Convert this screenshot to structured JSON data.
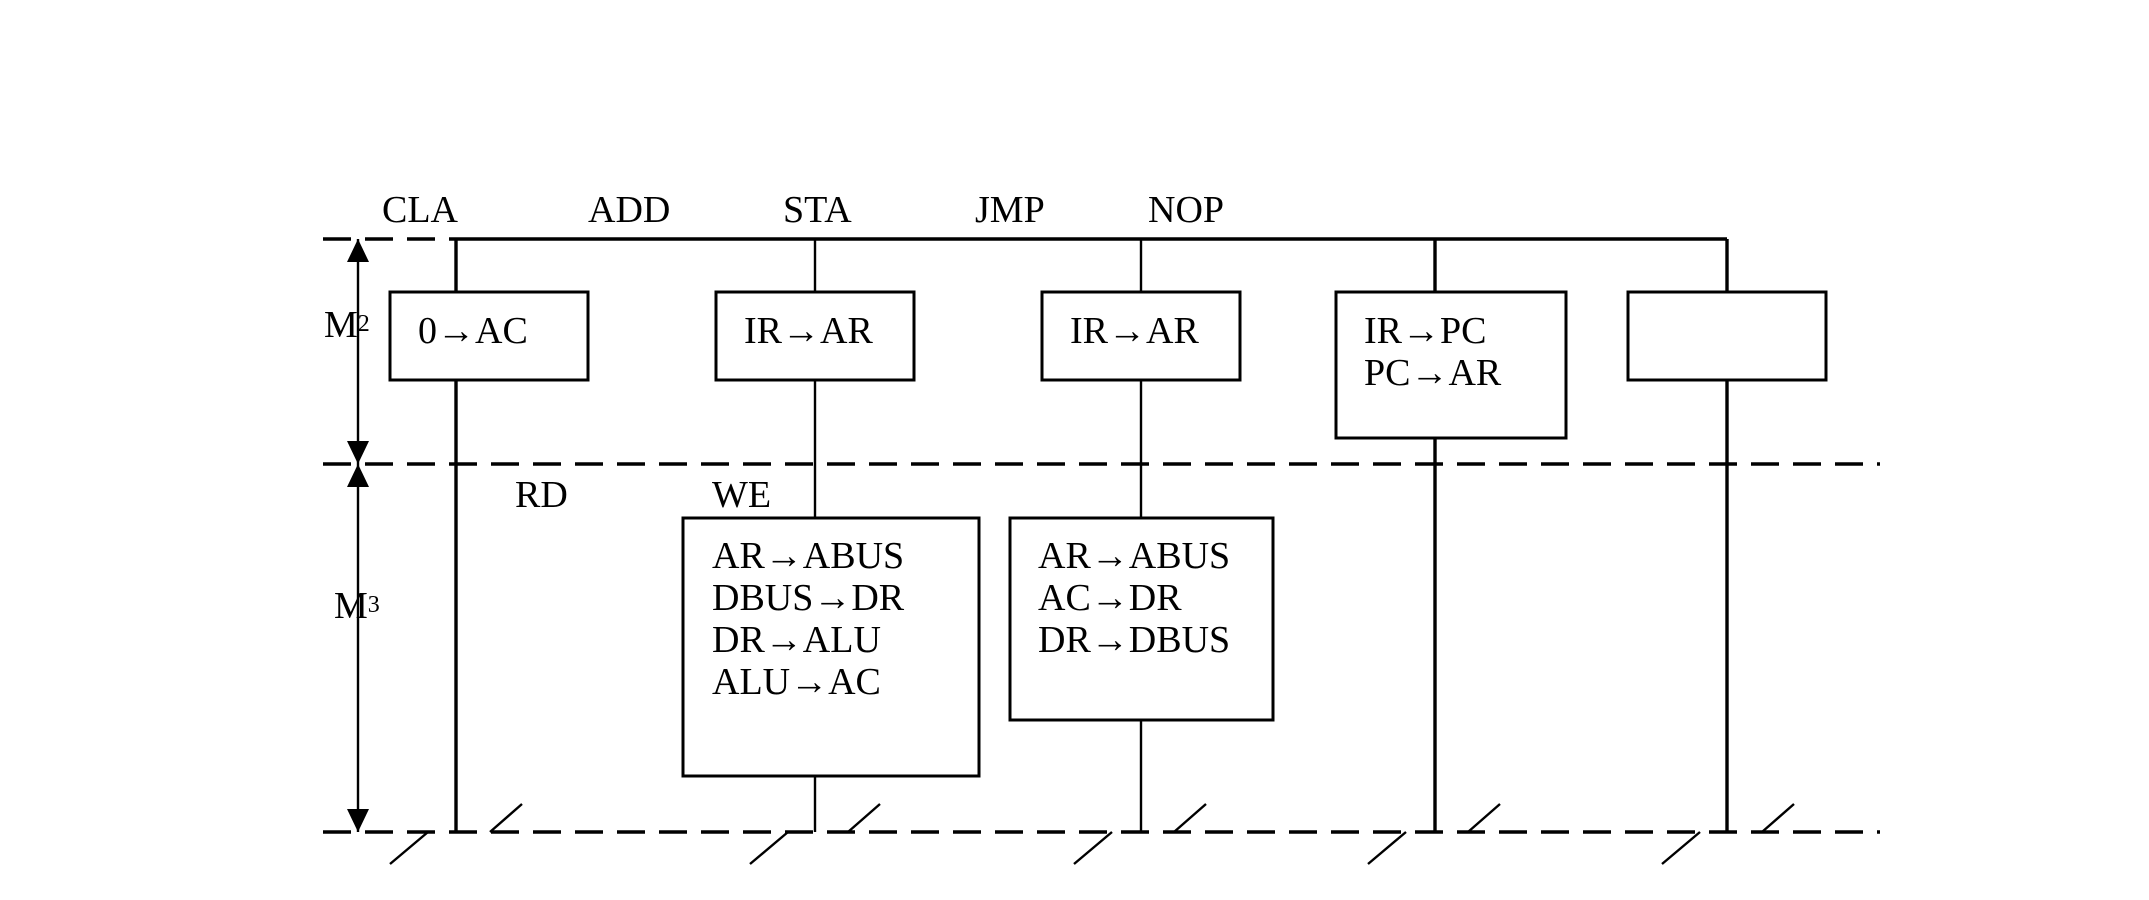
{
  "opcodes": [
    "CLA",
    "ADD",
    "STA",
    "JMP",
    "NOP"
  ],
  "phases": [
    {
      "main": "M",
      "sub": "2"
    },
    {
      "main": "M",
      "sub": "3"
    }
  ],
  "signals": [
    "RD",
    "WE"
  ],
  "m2_boxes": [
    {
      "lines": [
        "0→AC"
      ]
    },
    {
      "lines": [
        "IR→AR"
      ]
    },
    {
      "lines": [
        "IR→AR"
      ]
    },
    {
      "lines": [
        "IR→PC",
        "PC→AR"
      ]
    },
    {
      "lines": []
    }
  ],
  "m3_boxes": [
    {
      "lines": [
        "AR→ABUS",
        "DBUS→DR",
        "DR→ALU",
        "ALU→AC"
      ]
    },
    {
      "lines": [
        "AR→ABUS",
        "AC→DR",
        "DR→DBUS"
      ]
    }
  ]
}
